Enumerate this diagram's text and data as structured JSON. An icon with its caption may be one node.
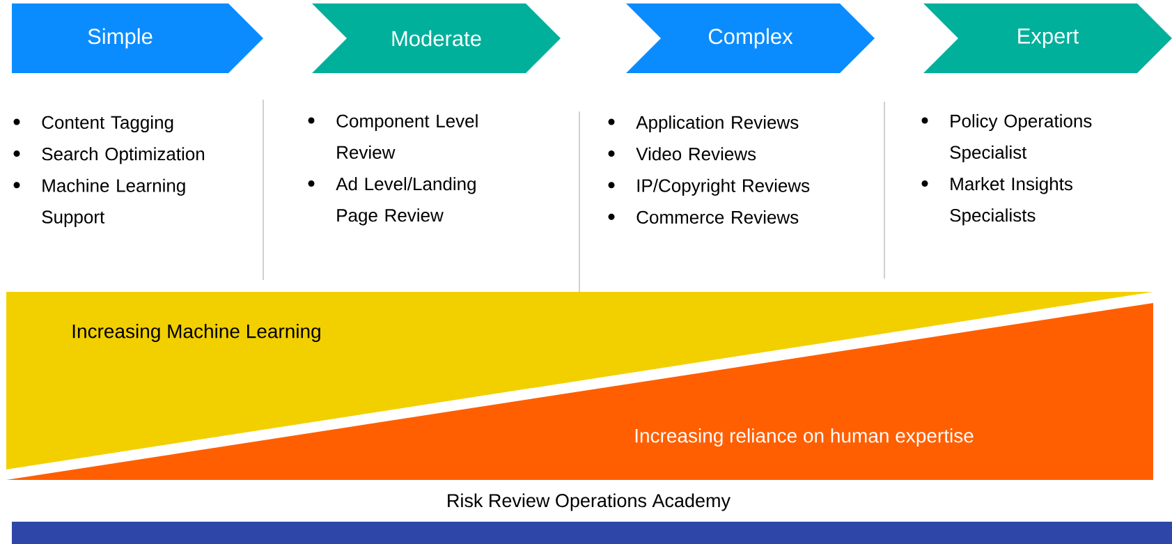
{
  "diagram": {
    "nodes": [
      {
        "text": [
          "Simple"
        ]
      },
      {
        "text": [
          "Moderate"
        ]
      },
      {
        "text": [
          "Complex"
        ]
      },
      {
        "text": [
          "Expert"
        ]
      },
      {
        "text": [
          "Increasing Machine Learning"
        ]
      },
      {
        "text": [
          "Increasing reliance on human expertise"
        ]
      }
    ],
    "labels": [
      "Content Tagging",
      "Search Optimization",
      "Machine Learning Support",
      "Component Level Review",
      "Ad Level/Landing Page Review",
      "Application Reviews",
      "Video Reviews",
      "IP/Copyright Reviews",
      "Commerce Reviews",
      "Policy Operations Specialist",
      "Market Insights Specialists",
      "Risk Review Operations Academy"
    ]
  }
}
